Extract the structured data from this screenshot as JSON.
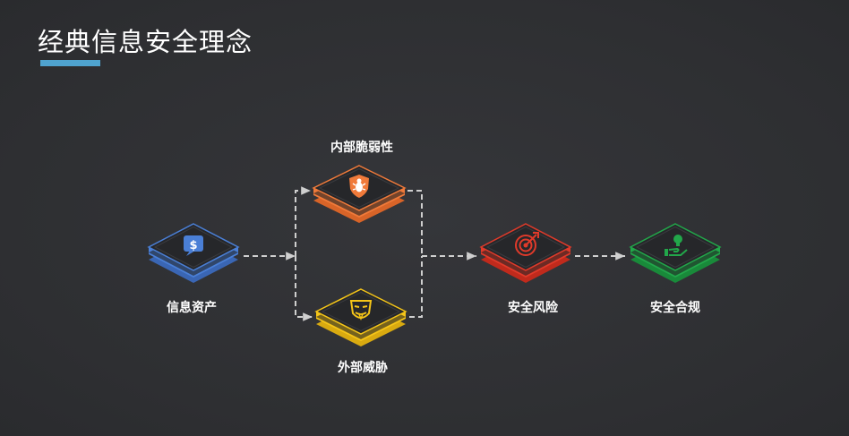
{
  "slide": {
    "title": "经典信息安全理念"
  },
  "nodes": [
    {
      "id": "asset",
      "label": "信息资产",
      "icon": "dollar-chat-icon",
      "color": "#4a7fd6",
      "color_dark": "#3a66b4"
    },
    {
      "id": "vuln",
      "label": "内部脆弱性",
      "icon": "bug-shield-icon",
      "color": "#f07a3a",
      "color_dark": "#d86428"
    },
    {
      "id": "threat",
      "label": "外部威胁",
      "icon": "hacker-mask-icon",
      "color": "#f5c518",
      "color_dark": "#d9aa10"
    },
    {
      "id": "risk",
      "label": "安全风险",
      "icon": "target-icon",
      "color": "#e03a2a",
      "color_dark": "#c02a1c"
    },
    {
      "id": "compliance",
      "label": "安全合规",
      "icon": "hand-bulb-icon",
      "color": "#22a74a",
      "color_dark": "#198a3a"
    }
  ]
}
